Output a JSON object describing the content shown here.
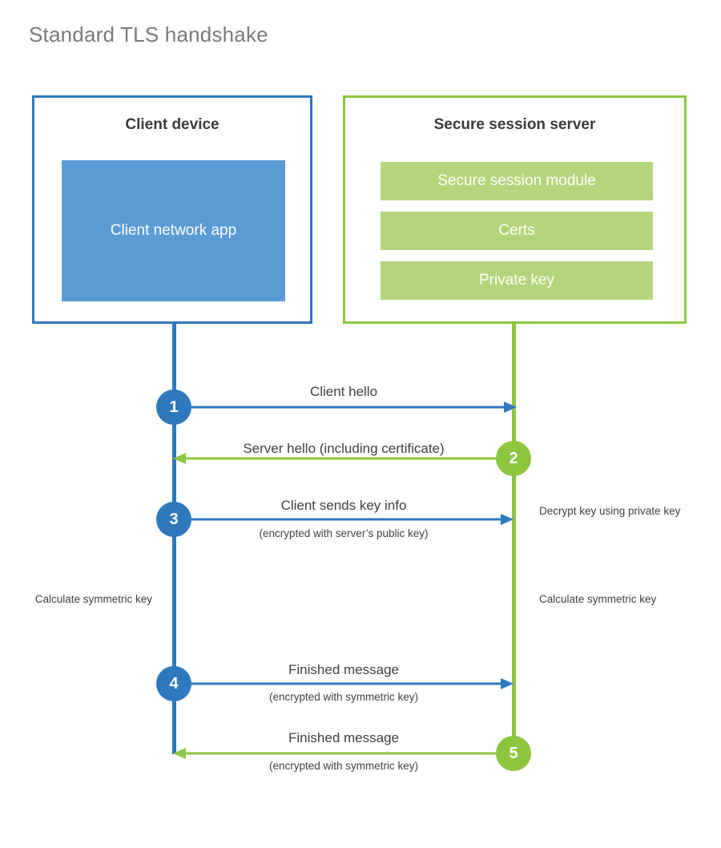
{
  "title": "Standard TLS handshake",
  "colors": {
    "client_blue": "#2E79BD",
    "client_app_fill": "#5B9BD5",
    "server_green": "#8DC63F",
    "server_bar_fill": "#B5D57C",
    "title_gray": "#7a7a7a",
    "text_gray": "#3f3f3f",
    "heading_gray": "#3a3a3a",
    "background": "#ffffff"
  },
  "nodes": {
    "client": {
      "title": "Client device",
      "inner": {
        "label": "Client network app"
      }
    },
    "server": {
      "title": "Secure session server",
      "bars": [
        {
          "label": "Secure session module"
        },
        {
          "label": "Certs"
        },
        {
          "label": "Private key"
        }
      ]
    }
  },
  "steps": [
    {
      "number": "1",
      "direction": "client-to-server",
      "color": "#2E79BD",
      "label": "Client hello",
      "sublabel": ""
    },
    {
      "number": "2",
      "direction": "server-to-client",
      "color": "#8DC63F",
      "label": "Server hello (including certificate)",
      "sublabel": ""
    },
    {
      "number": "3",
      "direction": "client-to-server",
      "color": "#2E79BD",
      "label": "Client sends key info",
      "sublabel": "(encrypted with server’s public key)"
    },
    {
      "number": "4",
      "direction": "client-to-server",
      "color": "#2E79BD",
      "label": "Finished message",
      "sublabel": "(encrypted with symmetric key)"
    },
    {
      "number": "5",
      "direction": "server-to-client",
      "color": "#8DC63F",
      "label": "Finished message",
      "sublabel": "(encrypted with symmetric key)"
    }
  ],
  "annotations": {
    "server_decrypt": "Decrypt key using private key",
    "client_calculate": "Calculate symmetric key",
    "server_calculate": "Calculate symmetric key"
  }
}
